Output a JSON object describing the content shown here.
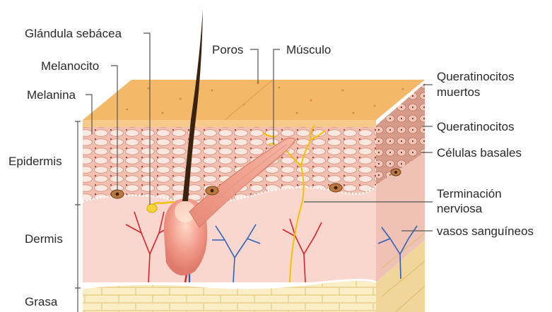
{
  "labels": {
    "glandula": "Glándula sebácea",
    "poros": "Poros",
    "musculo": "Músculo",
    "melanocito": "Melanocito",
    "melanina": "Melanina",
    "queratinocitos_muertos_1": "Queratinocitos",
    "queratinocitos_muertos_2": "muertos",
    "queratinocitos": "Queratinocitos",
    "celulas_basales": "Células basales",
    "epidermis": "Epidermis",
    "terminacion_1": "Terminación",
    "terminacion_2": "nerviosa",
    "dermis": "Dermis",
    "vasos": "vasos sanguíneos",
    "grasa": "Grasa"
  },
  "colors": {
    "surface": "#f4b869",
    "epidermis": "#f2c1b2",
    "dermis": "#f9d7cf",
    "fat": "#fbeec9",
    "hair": "#3a2210",
    "artery": "#d8232a",
    "vein": "#2e62b8",
    "nerve": "#f2c200"
  }
}
